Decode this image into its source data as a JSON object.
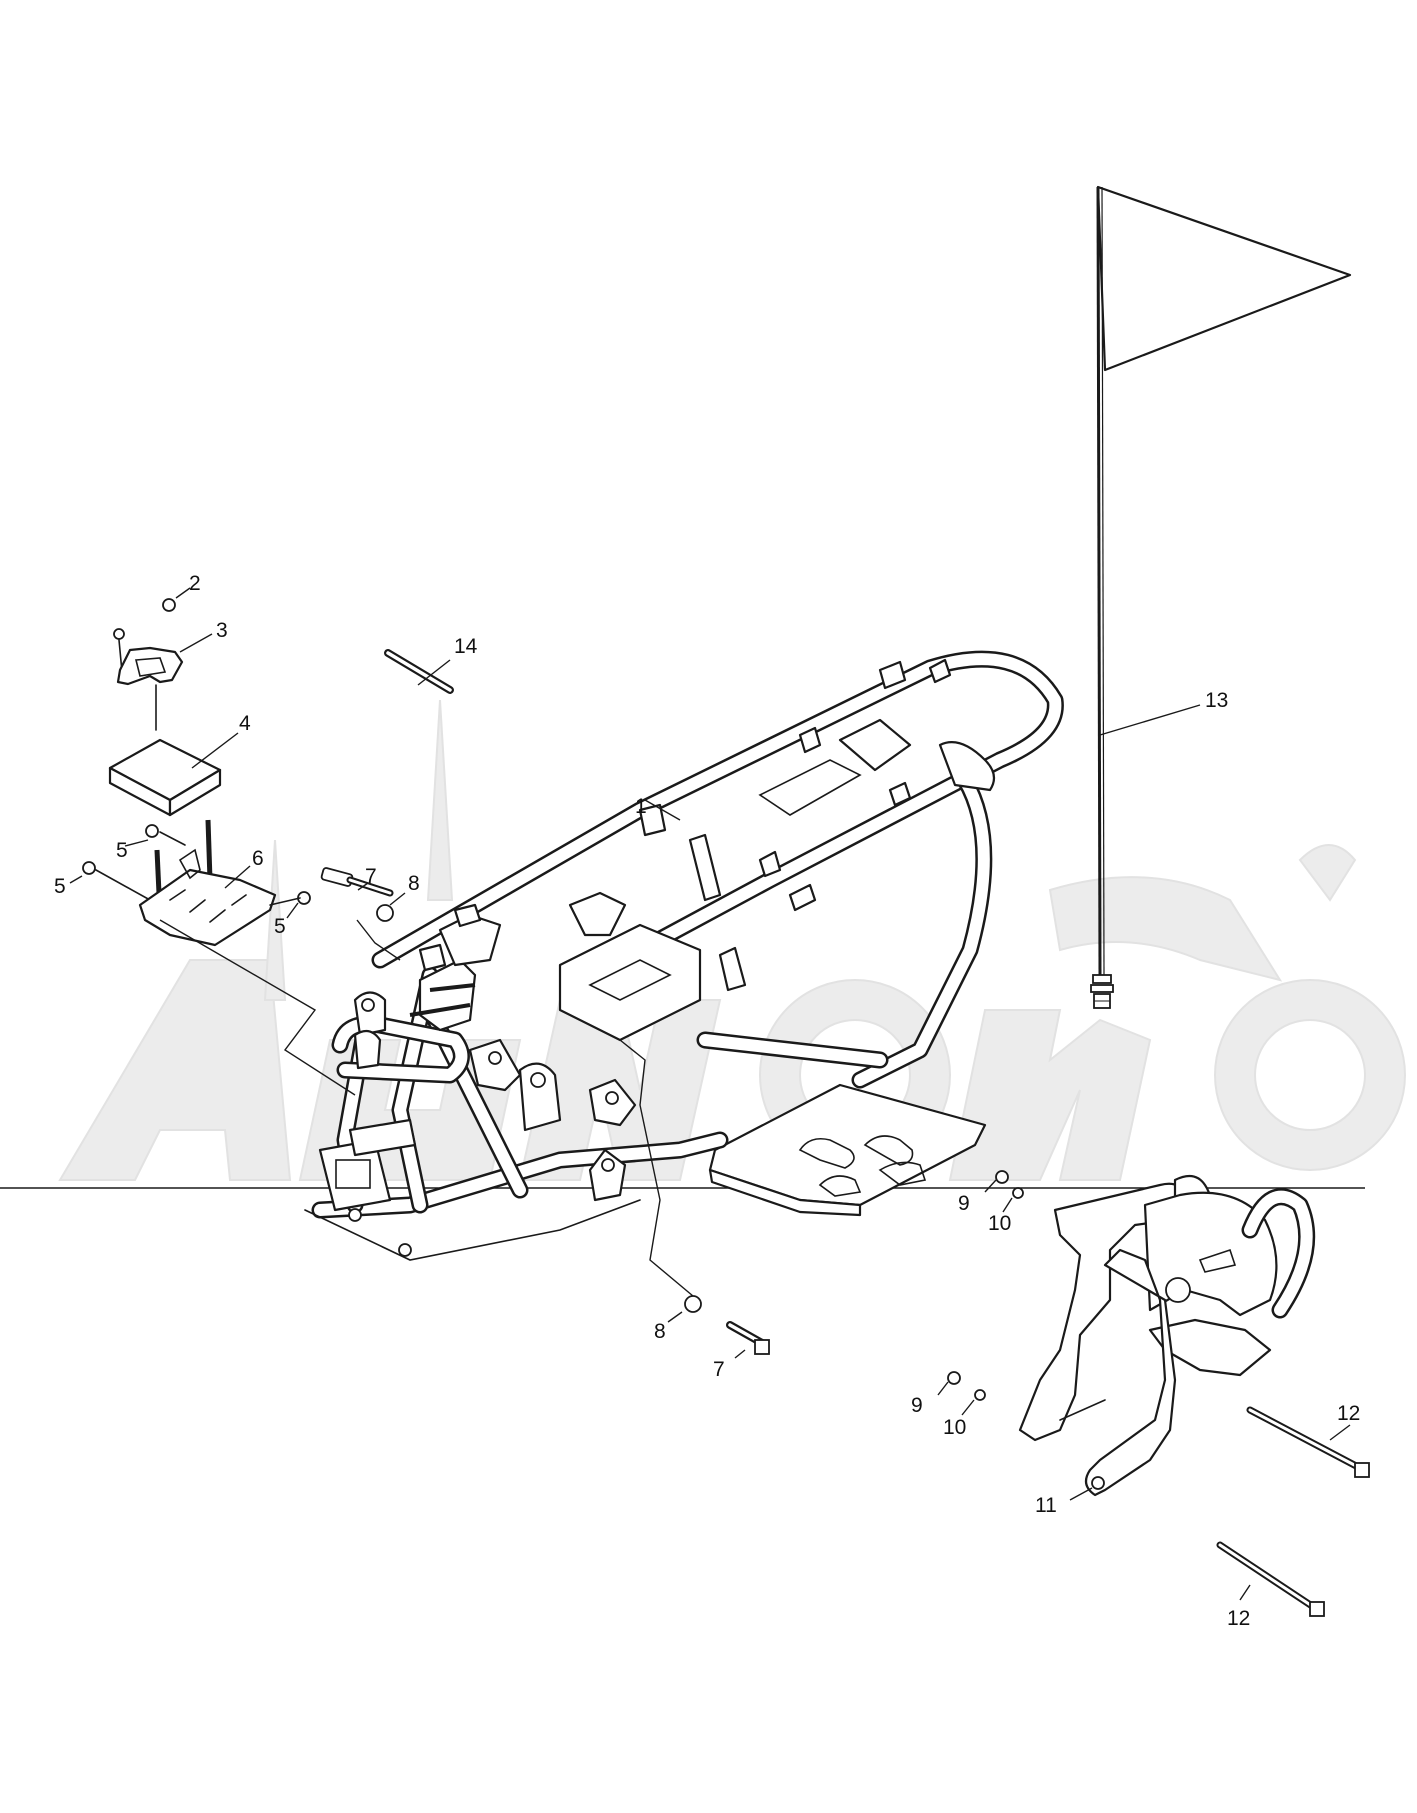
{
  "colors": {
    "line": "#1a1a1a",
    "watermark": "#e9e9e9",
    "background": "#ffffff"
  },
  "callouts": {
    "c1": "1",
    "c2": "2",
    "c3": "3",
    "c4": "4",
    "c5a": "5",
    "c5b": "5",
    "c5c": "5",
    "c6": "6",
    "c7a": "7",
    "c7b": "7",
    "c8a": "8",
    "c8b": "8",
    "c9a": "9",
    "c9b": "9",
    "c10a": "10",
    "c10b": "10",
    "c11": "11",
    "c12a": "12",
    "c12b": "12",
    "c13": "13",
    "c14": "14"
  }
}
